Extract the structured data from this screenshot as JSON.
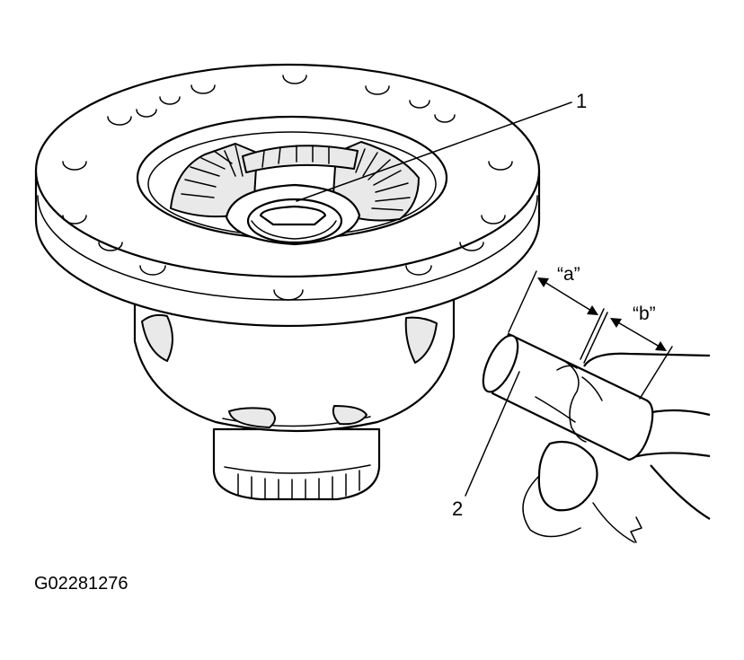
{
  "figure": {
    "callout_1": "1",
    "callout_2": "2",
    "dimension_a": "“a”",
    "dimension_b": "“b”",
    "figure_code": "G02281276"
  }
}
